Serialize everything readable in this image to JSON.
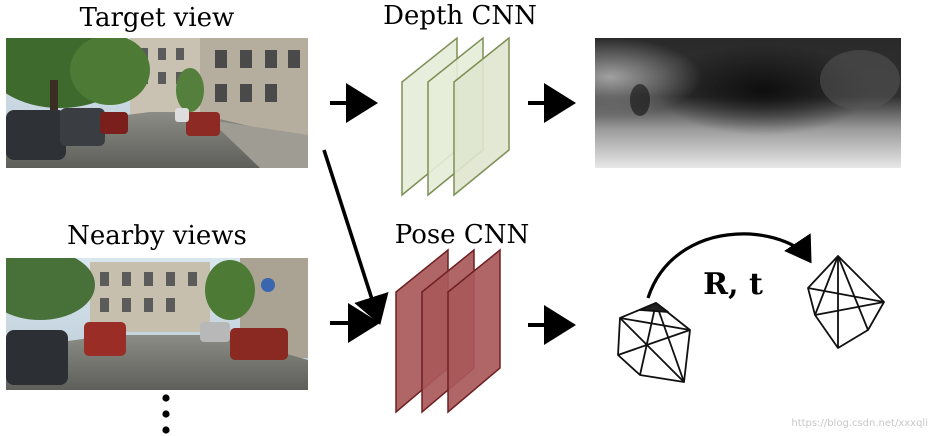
{
  "labels": {
    "target_view": "Target view",
    "nearby_views": "Nearby views",
    "depth_cnn": "Depth CNN",
    "pose_cnn": "Pose CNN",
    "pose_output": "R, t"
  },
  "watermark": "https://blog.csdn.net/xxxqli",
  "colors": {
    "depth_layer_fill": "#e6ecd8",
    "depth_layer_stroke": "#7d8f54",
    "pose_layer_fill": "#a9585a",
    "pose_layer_stroke": "#6e2022",
    "arrow": "#000000"
  }
}
